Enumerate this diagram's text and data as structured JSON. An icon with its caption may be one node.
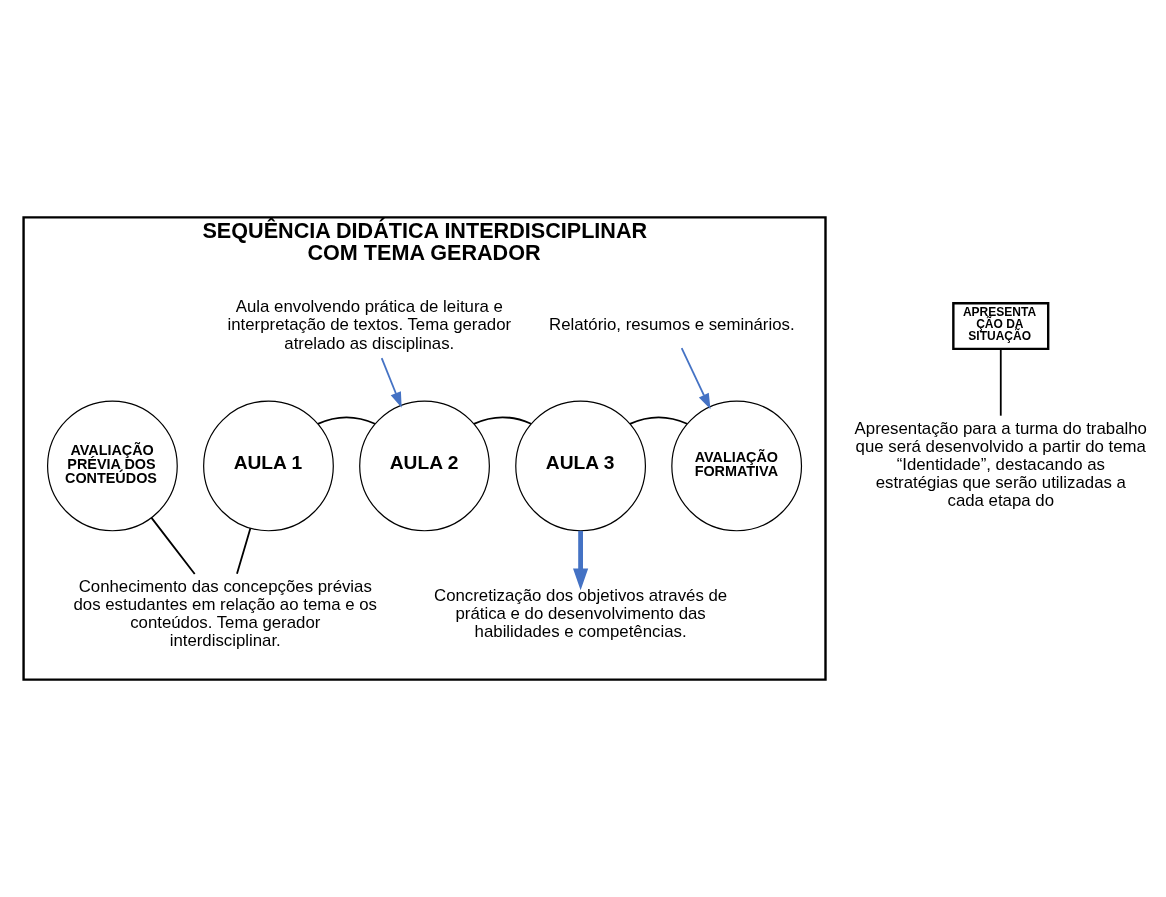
{
  "diagram": {
    "nodes": [
      {
        "text": [
          "SEQUÊNCIA DIDÁTICA INTERDISCIPLINAR COM TEMA GERADOR"
        ]
      },
      {
        "text": [
          "APRESENTA ÇÃO DA SITUAÇÃO"
        ]
      },
      {
        "text": [
          "AVALIAÇÃO PRÉVIA DOS CONTEÚDOS"
        ],
        "in": 0
      },
      {
        "text": [
          "AULA 1"
        ],
        "in": 0
      },
      {
        "text": [
          "AULA 2"
        ],
        "in": 0
      },
      {
        "text": [
          "AULA 3"
        ],
        "in": 0
      },
      {
        "text": [
          "AVALIAÇÃO FORMATIVA"
        ],
        "in": 0
      },
      {
        "text": [
          "Aula envolvendo prática de leitura e interpretação de textos. Tema gerador atrelado as disciplinas."
        ],
        "in": 0
      },
      {
        "text": [
          "Relatório, resumos e seminários."
        ],
        "in": 0
      },
      {
        "text": [
          "Concretização dos objetivos através de prática e do desenvolvimento das habilidades e competências."
        ],
        "in": 0
      },
      {
        "text": [
          "Conhecimento das concepções prévias dos estudantes em relação ao tema e os conteúdos. Tema gerador interdisciplinar."
        ],
        "in": 0
      },
      {
        "text": [
          "Apresentação para a turma do trabalho que será desenvolvido a partir do tema “Identidade”, destacando as estratégias que serão utilizadas a cada etapa do"
        ]
      }
    ],
    "edges": [
      {
        "from": 3,
        "to": 4,
        "arrow": "none"
      },
      {
        "from": 4,
        "to": 5,
        "arrow": "none"
      },
      {
        "from": 5,
        "to": 6,
        "arrow": "none"
      },
      {
        "from": 7,
        "to": 4,
        "arrow": "to",
        "color": "#4472c4"
      },
      {
        "from": 8,
        "to": 6,
        "arrow": "to",
        "color": "#4472c4"
      },
      {
        "from": 5,
        "to": 9,
        "arrow": "to",
        "style": "thick",
        "color": "#4472c4"
      },
      {
        "from": 2,
        "to": 10,
        "arrow": "none"
      },
      {
        "from": 3,
        "to": 10,
        "arrow": "none"
      },
      {
        "from": 1,
        "to": 11,
        "arrow": "none"
      }
    ]
  }
}
